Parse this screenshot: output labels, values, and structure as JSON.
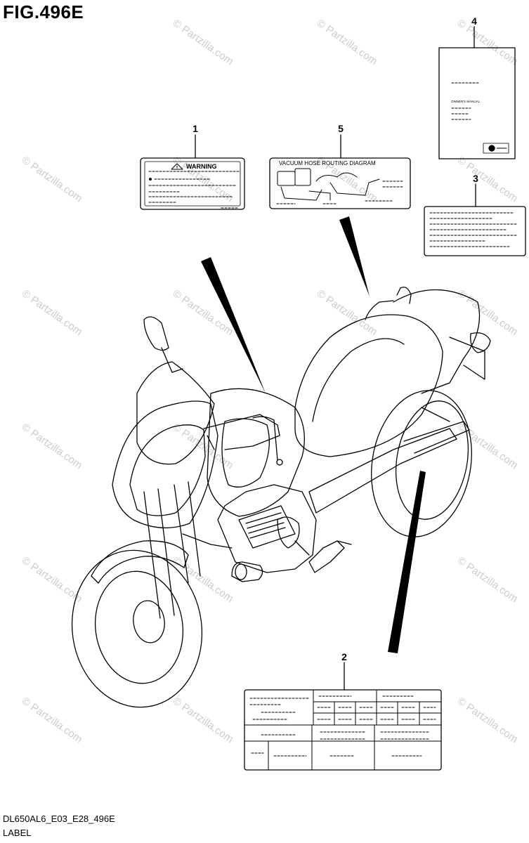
{
  "figure": {
    "title": "FIG.496E",
    "model_code": "DL650AL6_E03_E28_496E",
    "section_name": "LABEL"
  },
  "callouts": [
    "1",
    "2",
    "3",
    "4",
    "5"
  ],
  "labels": {
    "warning_label": {
      "heading": "WARNING"
    },
    "vacuum_hose_label": {
      "heading": "VACUUM HOSE ROUTING DIAGRAM"
    },
    "owners_manual": {
      "heading": "OWNER'S MANUAL"
    }
  },
  "watermark": {
    "text": "© Partzilla.com",
    "color": "#cccccc"
  },
  "colors": {
    "line": "#000000",
    "background": "#ffffff"
  }
}
